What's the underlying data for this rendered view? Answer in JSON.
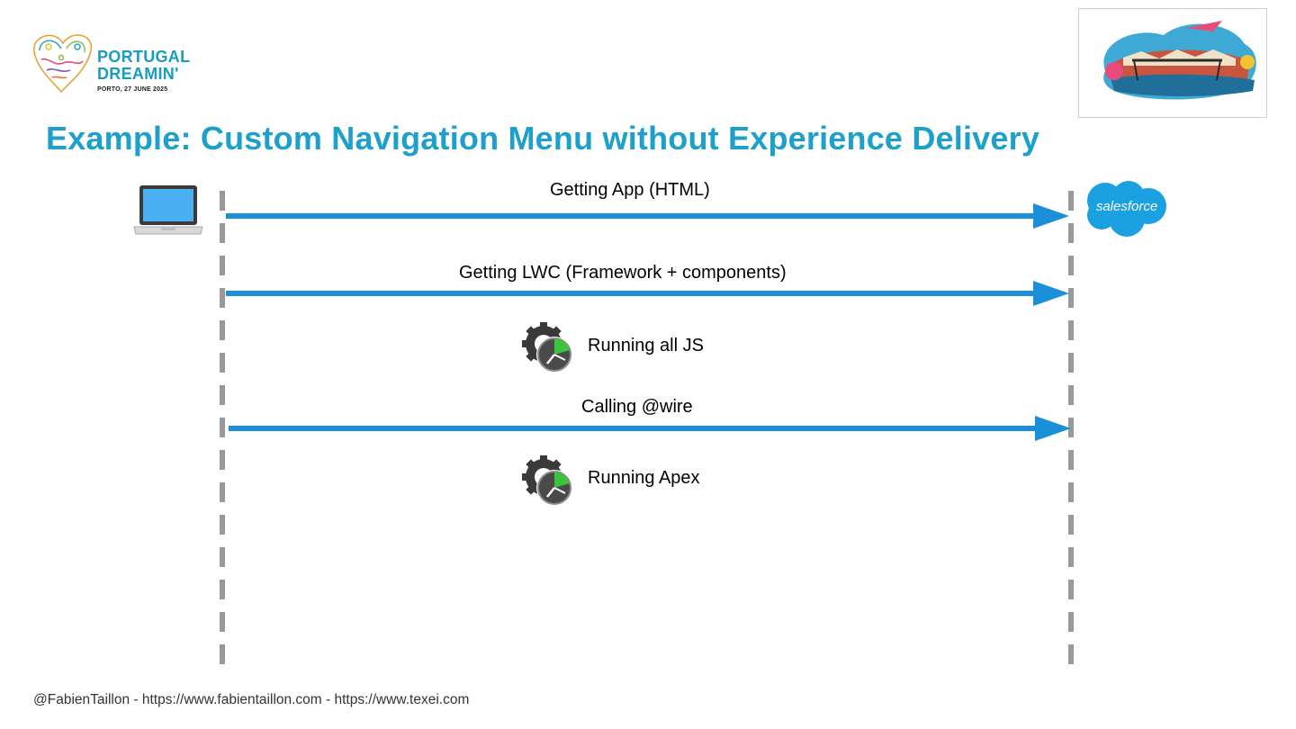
{
  "title": "Example: Custom Navigation Menu without Experience Delivery",
  "logo": {
    "line1": "PORTUGAL",
    "line2": "DREAMIN'",
    "date": "PORTO, 27 JUNE 2025"
  },
  "salesforce_logo_text": "salesforce",
  "steps": [
    {
      "type": "arrow",
      "label": "Getting App (HTML)"
    },
    {
      "type": "arrow",
      "label": "Getting LWC (Framework + components)"
    },
    {
      "type": "process",
      "label": "Running all JS"
    },
    {
      "type": "arrow",
      "label": "Calling @wire"
    },
    {
      "type": "process",
      "label": "Running Apex"
    }
  ],
  "footer": "@FabienTaillon - https://www.fabientaillon.com - https://www.texei.com",
  "colors": {
    "accent": "#1da0c9",
    "arrow": "#1b8fd9",
    "lifeline": "#999999",
    "logo_text": "#1a9cc0"
  },
  "icons": {
    "client": "laptop-icon",
    "server": "salesforce-cloud-icon",
    "process": "gear-clock-icon"
  }
}
